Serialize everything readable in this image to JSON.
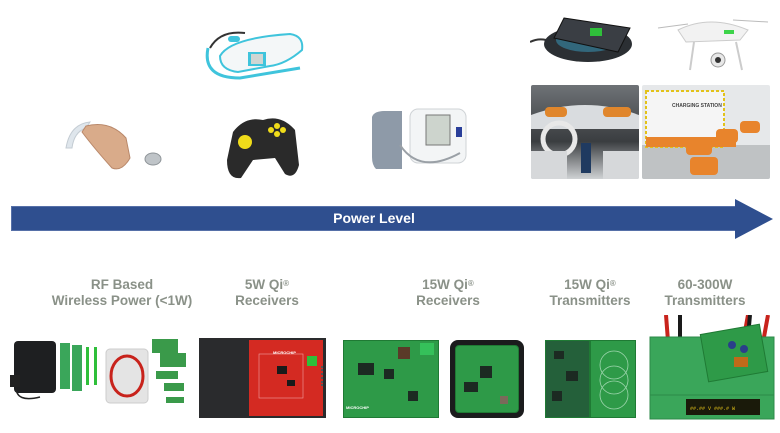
{
  "arrow": {
    "label": "Power Level",
    "color": "#2f4f8f"
  },
  "categories": [
    {
      "line1": "RF Based",
      "line2": "Wireless Power (<1W)",
      "sup": ""
    },
    {
      "line1": "5W Qi",
      "line2": "Receivers",
      "sup": "®"
    },
    {
      "line1": "15W Qi",
      "line2": "Receivers",
      "sup": "®"
    },
    {
      "line1": "15W Qi",
      "line2": "Transmitters",
      "sup": "®"
    },
    {
      "line1": "60-300W",
      "line2": "Transmitters",
      "sup": ""
    }
  ],
  "applications": [
    {
      "name": "hearing-aid"
    },
    {
      "name": "digital-thermometer"
    },
    {
      "name": "game-controller"
    },
    {
      "name": "blood-pressure-monitor"
    },
    {
      "name": "wireless-charging-pad-phone"
    },
    {
      "name": "drone"
    },
    {
      "name": "car-interior"
    },
    {
      "name": "robot-charging-station",
      "sign_text": "CHARGING STATION"
    }
  ],
  "boards": [
    {
      "name": "rf-power-kit"
    },
    {
      "name": "5w-qi-receiver-board",
      "brand": "MICROCHIP"
    },
    {
      "name": "15w-qi-receiver-board",
      "brand": "MICROCHIP"
    },
    {
      "name": "15w-qi-receiver-board-enclosed"
    },
    {
      "name": "15w-qi-transmitter-board"
    },
    {
      "name": "60-300w-transmitter-board"
    }
  ],
  "colors": {
    "label_gray": "#8a9188",
    "pcb_green": "#2e9a48",
    "pcb_red": "#d42a22",
    "accent_cyan": "#3fc4dc",
    "robot_orange": "#e8842c"
  }
}
